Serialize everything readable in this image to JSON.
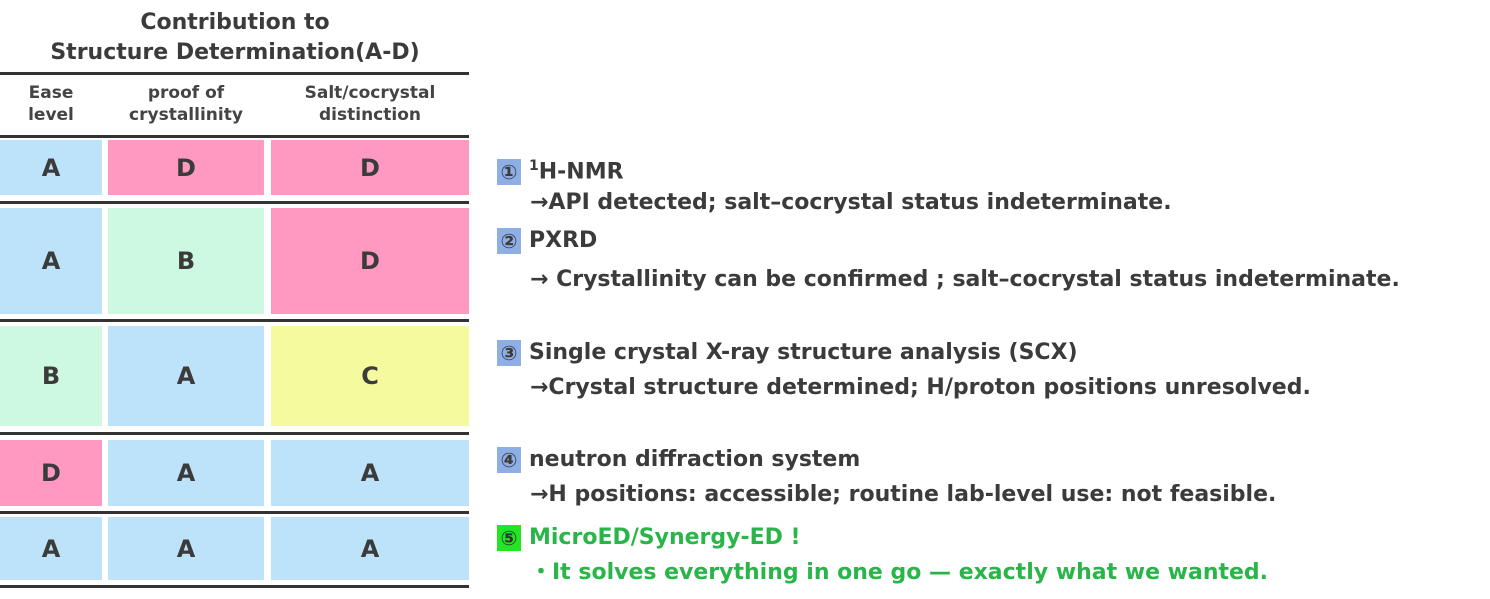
{
  "table": {
    "title_line1": "Contribution to",
    "title_line2": "Structure Determination(A-D)",
    "columns": [
      {
        "l1": "Ease",
        "l2": "level"
      },
      {
        "l1": "proof of",
        "l2": "crystallinity"
      },
      {
        "l1": "Salt/cocrystal",
        "l2": "distinction"
      }
    ],
    "rows": [
      [
        "A",
        "D",
        "D"
      ],
      [
        "A",
        "B",
        "D"
      ],
      [
        "B",
        "A",
        "C"
      ],
      [
        "D",
        "A",
        "A"
      ],
      [
        "A",
        "A",
        "A"
      ]
    ]
  },
  "grade_colors": {
    "A": "#bde3fb",
    "B": "#ccf9e0",
    "C": "#f5fa9e",
    "D": "#ff99c2"
  },
  "items": [
    {
      "num": "①",
      "sup": "1",
      "title": "H-NMR",
      "desc": "→API detected; salt–cocrystal status indeterminate."
    },
    {
      "num": "②",
      "title": "PXRD",
      "desc": "→ Crystallinity can be confirmed ; salt–cocrystal status indeterminate."
    },
    {
      "num": "③",
      "title": "Single crystal X-ray structure analysis (SCX)",
      "desc": "→Crystal structure determined; H/proton positions unresolved."
    },
    {
      "num": "④",
      "title": "neutron diffraction system",
      "desc": "→H positions: accessible; routine lab-level use: not feasible."
    },
    {
      "num": "⑤",
      "title": "MicroED/Synergy-ED !",
      "desc": "・It solves everything in one go — exactly what we wanted."
    }
  ]
}
